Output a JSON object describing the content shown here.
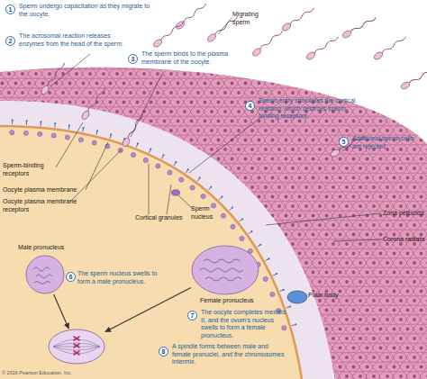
{
  "diagram": {
    "nodes": [
      {
        "text": [
          "Male pronucleus"
        ]
      },
      {
        "text": [
          "Female pronucleus"
        ]
      },
      {
        "text": [
          "A spindle forms between male and female pronuclei, and the chromosomes intermix."
        ]
      }
    ],
    "edges": [
      {
        "from": 0,
        "to": 2,
        "arrow": "to"
      },
      {
        "from": 1,
        "to": 2,
        "arrow": "to"
      }
    ],
    "labels": [
      "1",
      "Sperm undergo capacitation as they migrate to the oocyte.",
      "Migrating sperm",
      "2",
      "The acrosomal reaction releases enzymes from the head of the sperm.",
      "3",
      "The sperm binds to the plasma membrane of the oocyte.",
      "4",
      "Sperm entry stimulates the cortical reaction, which destroys sperm-binding receptors.",
      "5",
      "Additional sperm cells are rejected.",
      "Sperm-binding receptors",
      "Oocyte plasma membrane",
      "Oocyte plasma membrane receptors",
      "Cortical granules",
      "Sperm nucleus",
      "Zona pellucida",
      "Corona radiata",
      "Polar body",
      "6",
      "The sperm nucleus swells to form a male pronucleus.",
      "7",
      "The oocyte completes meiosis II, and the ovum's nucleus swells to form a female pronucleus.",
      "8",
      "© 2016 Pearson Education, Inc."
    ]
  }
}
